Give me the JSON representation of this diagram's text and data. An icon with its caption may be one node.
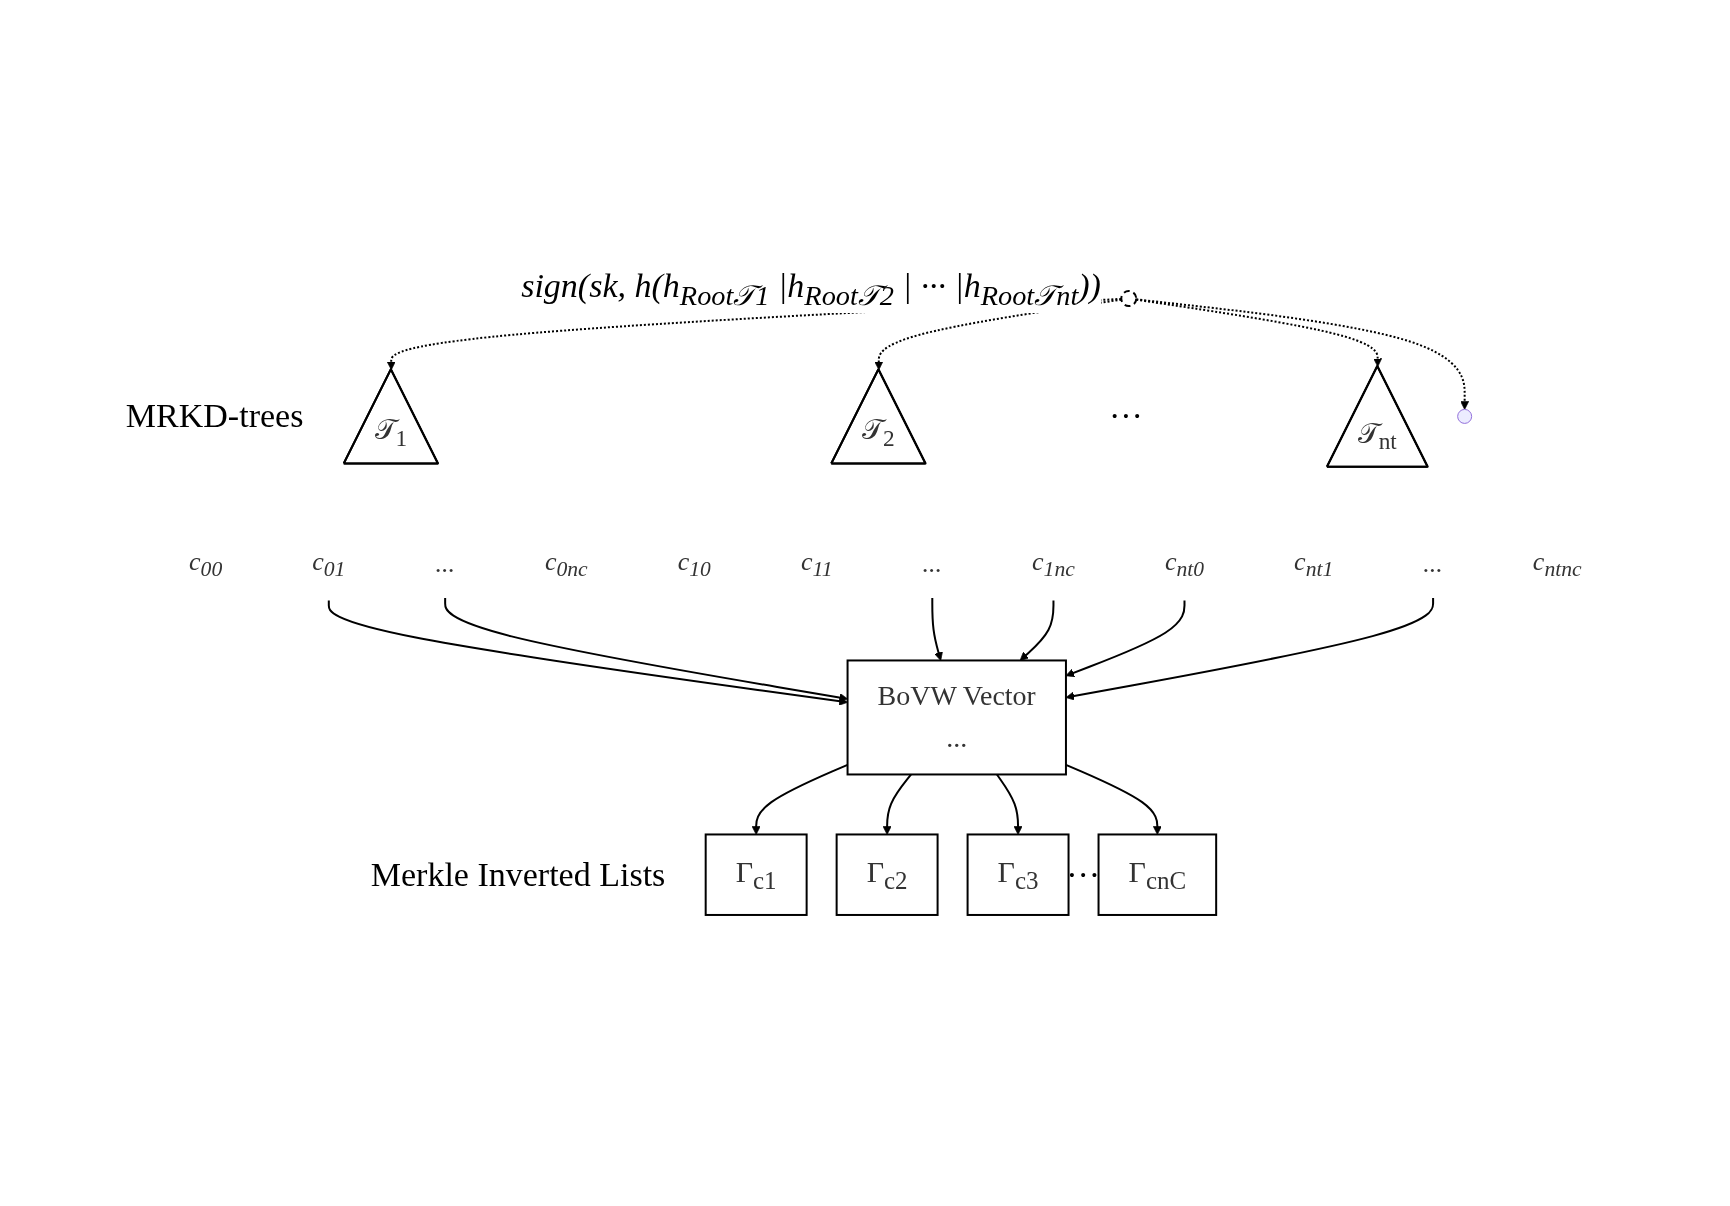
{
  "diagram": {
    "nodes": [
      {
        "text": [],
        "shape": "circle",
        "beside": [
          "sign(sk, h(h$_{Root𝒯1}$ |h$_{Root𝒯2}$ | ··· |h$_{Root𝒯nt}$))"
        ]
      },
      {
        "text": [
          "𝒯$_{1}$"
        ]
      },
      {
        "text": [
          "𝒯$_{2}$"
        ]
      },
      {
        "text": [
          "𝒯$_{nt}$"
        ]
      },
      {
        "text": [
          "c$_{00}$"
        ]
      },
      {
        "text": [
          "c$_{01}$"
        ]
      },
      {
        "text": [
          "..."
        ]
      },
      {
        "text": [
          "c$_{0nc}$"
        ]
      },
      {
        "text": [
          "c$_{10}$"
        ]
      },
      {
        "text": [
          "c$_{11}$"
        ]
      },
      {
        "text": [
          "..."
        ]
      },
      {
        "text": [
          "c$_{1nc}$"
        ]
      },
      {
        "text": [
          "c$_{nt0}$"
        ]
      },
      {
        "text": [
          "c$_{nt1}$"
        ]
      },
      {
        "text": [
          "..."
        ]
      },
      {
        "text": [
          "c$_{ntnc}$"
        ]
      },
      {
        "text": [
          "BoVW Vector",
          "..."
        ]
      },
      {
        "text": [
          "Γ$_{c1}$"
        ]
      },
      {
        "text": [
          "Γ$_{c2}$"
        ]
      },
      {
        "text": [
          "Γ$_{c3}$"
        ]
      },
      {
        "text": [
          "Γ$_{cnC}$"
        ]
      }
    ],
    "edges": [
      {
        "from": 0,
        "to": 1,
        "arrow": "to",
        "style": "dashed"
      },
      {
        "from": 0,
        "to": 2,
        "arrow": "to",
        "style": "dashed"
      },
      {
        "from": 0,
        "to": null,
        "arrow": "to",
        "style": "dashed"
      },
      {
        "from": 0,
        "to": 3,
        "arrow": "to",
        "style": "dashed"
      },
      {
        "from": 5,
        "to": 16,
        "arrow": "to"
      },
      {
        "from": 6,
        "to": 16,
        "arrow": "to"
      },
      {
        "from": 10,
        "to": 16,
        "arrow": "to"
      },
      {
        "from": 11,
        "to": 16,
        "arrow": "to"
      },
      {
        "from": 12,
        "to": 16,
        "arrow": "to"
      },
      {
        "from": 14,
        "to": 16,
        "arrow": "to"
      },
      {
        "from": 16,
        "to": 17,
        "arrow": "to"
      },
      {
        "from": 16,
        "to": 18,
        "arrow": "to"
      },
      {
        "from": 16,
        "to": 19,
        "arrow": "to"
      },
      {
        "from": 16,
        "to": 20,
        "arrow": "to"
      }
    ],
    "labels": [
      "MRKD-trees",
      "···",
      "Merkle Inverted Lists",
      "···"
    ]
  }
}
